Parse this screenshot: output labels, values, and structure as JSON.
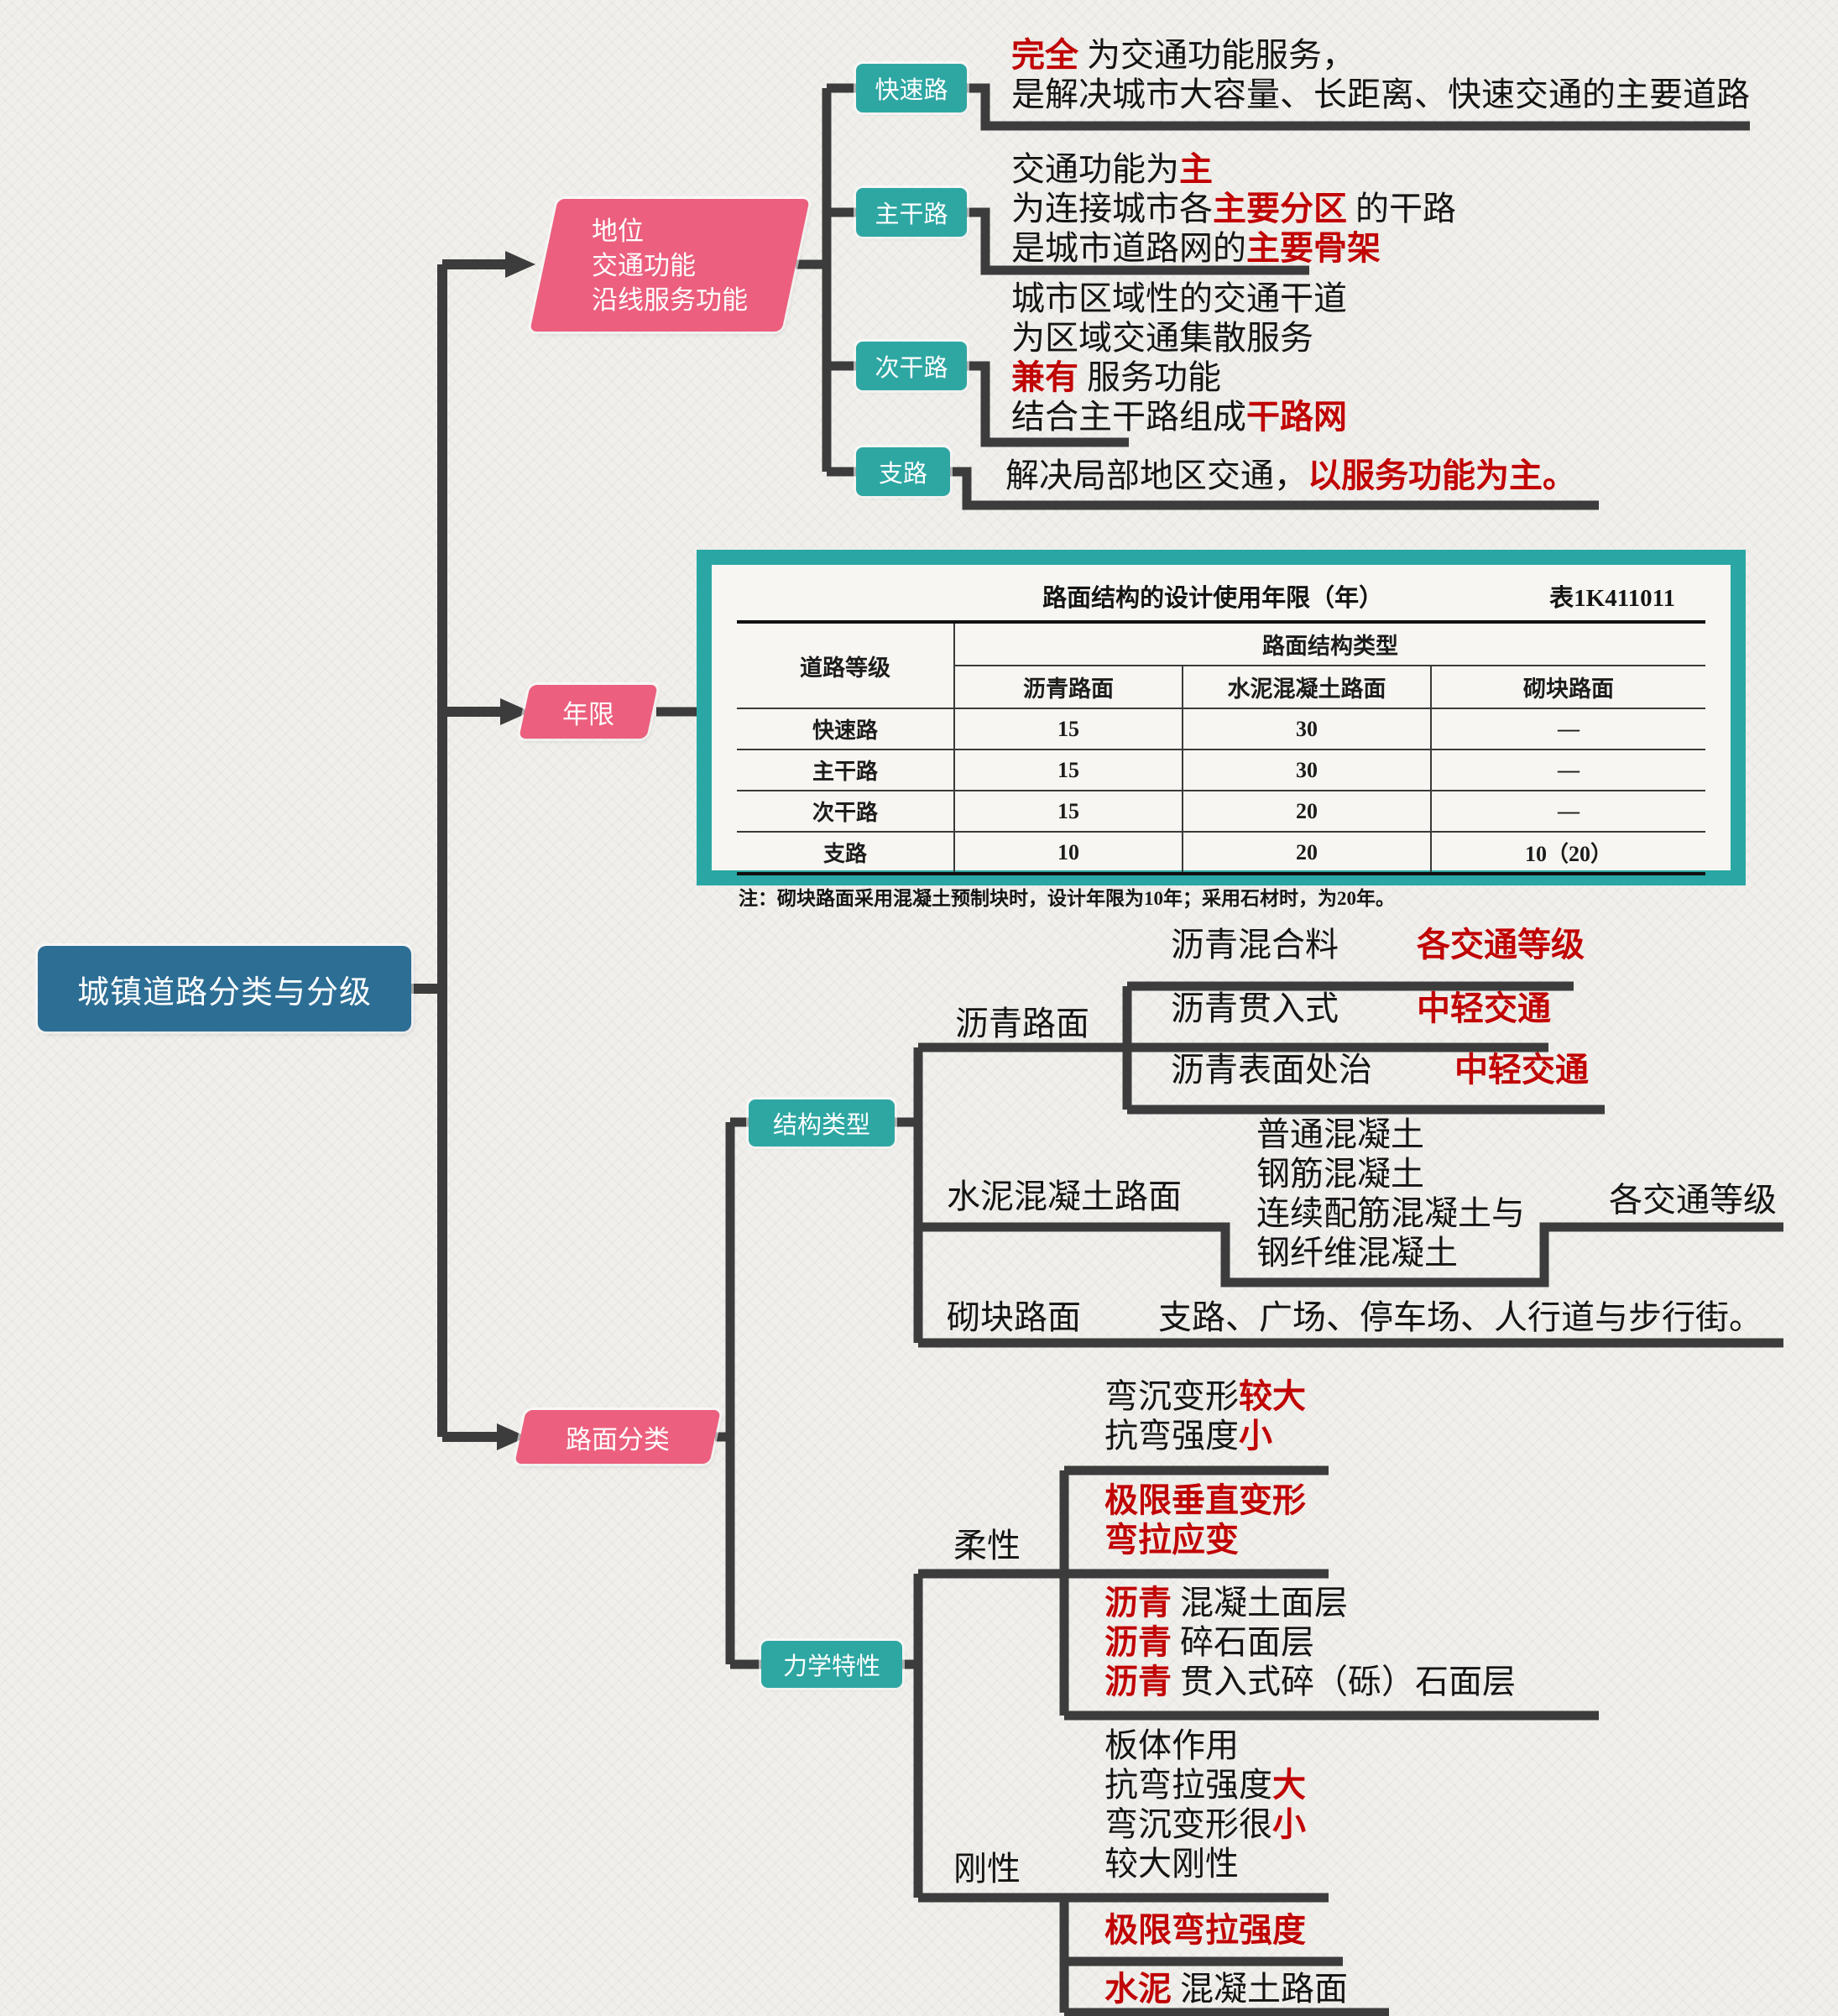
{
  "colors": {
    "root_blue": "#2d6e95",
    "branch_pink": "#ec5f7e",
    "node_teal": "#2ea7a3",
    "table_border_teal": "#2aa7a4",
    "highlight_red": "#c10404",
    "connector_gray": "#3c3c3c",
    "background": "#f0efec"
  },
  "root": {
    "label": "城镇道路分类与分级"
  },
  "branch1": {
    "node": {
      "lines": [
        "地位",
        "交通功能",
        "沿线服务功能"
      ]
    },
    "children": [
      {
        "box": "快速路",
        "lines": [
          [
            {
              "t": "完全",
              "red": true
            },
            {
              "t": " 为交通功能服务，"
            }
          ],
          [
            "是解决城市大容量、长距离、快速交通的主要道路"
          ]
        ]
      },
      {
        "box": "主干路",
        "lines": [
          [
            {
              "t": "交通功能为"
            },
            {
              "t": "主",
              "red": true
            }
          ],
          [
            {
              "t": "为连接城市各"
            },
            {
              "t": "主要分区",
              "red": true
            },
            {
              "t": " 的干路"
            }
          ],
          [
            {
              "t": "是城市道路网的"
            },
            {
              "t": "主要骨架",
              "red": true
            }
          ]
        ]
      },
      {
        "box": "次干路",
        "lines": [
          [
            "城市区域性的交通干道"
          ],
          [
            "为区域交通集散服务"
          ],
          [
            {
              "t": "兼有",
              "red": true
            },
            {
              "t": " 服务功能"
            }
          ],
          [
            {
              "t": "结合主干路组成"
            },
            {
              "t": "干路网",
              "red": true
            }
          ]
        ]
      },
      {
        "box": "支路",
        "lines": [
          [
            {
              "t": "解决局部地区交通，"
            },
            {
              "t": "以服务功能为主。",
              "red": true
            }
          ]
        ]
      }
    ]
  },
  "branch2": {
    "node": {
      "label": "年限"
    },
    "table": {
      "title": "路面结构的设计使用年限（年）",
      "ref": "表1K411011",
      "col1_header": "道路等级",
      "group_header": "路面结构类型",
      "sub_headers": [
        "沥青路面",
        "水泥混凝土路面",
        "砌块路面"
      ],
      "rows": [
        [
          "快速路",
          "15",
          "30",
          "—"
        ],
        [
          "主干路",
          "15",
          "30",
          "—"
        ],
        [
          "次干路",
          "15",
          "20",
          "—"
        ],
        [
          "支路",
          "10",
          "20",
          "10（20）"
        ]
      ],
      "note": "注：砌块路面采用混凝土预制块时，设计年限为10年；采用石材时，为20年。"
    }
  },
  "branch3": {
    "node": {
      "label": "路面分类"
    },
    "structure": {
      "box": "结构类型",
      "asphalt": {
        "label": "沥青路面",
        "items": [
          {
            "name": "沥青混合料",
            "grade": "各交通等级"
          },
          {
            "name": "沥青贯入式",
            "grade": "中轻交通"
          },
          {
            "name": "沥青表面处治",
            "grade": "中轻交通"
          }
        ]
      },
      "cement": {
        "label": "水泥混凝土路面",
        "list": [
          "普通混凝土",
          "钢筋混凝土",
          "连续配筋混凝土与",
          "钢纤维混凝土"
        ],
        "grade": "各交通等级"
      },
      "block": {
        "label": "砌块路面",
        "desc": "支路、广场、停车场、人行道与步行街。"
      }
    },
    "mechanics": {
      "box": "力学特性",
      "flexible": {
        "label": "柔性",
        "deform": [
          [
            {
              "t": "弯沉变形"
            },
            {
              "t": "较大",
              "red": true
            }
          ],
          [
            {
              "t": "抗弯强度"
            },
            {
              "t": "小",
              "red": true
            }
          ]
        ],
        "limits": [
          [
            {
              "t": "极限垂直变形",
              "red": true
            }
          ],
          [
            {
              "t": "弯拉应变",
              "red": true
            }
          ]
        ],
        "layers": [
          [
            {
              "t": "沥青",
              "red": true
            },
            {
              "t": " 混凝土面层"
            }
          ],
          [
            {
              "t": "沥青",
              "red": true
            },
            {
              "t": " 碎石面层"
            }
          ],
          [
            {
              "t": "沥青",
              "red": true
            },
            {
              "t": " 贯入式碎（砾）石面层"
            }
          ]
        ]
      },
      "rigid": {
        "label": "刚性",
        "props": [
          [
            "板体作用"
          ],
          [
            {
              "t": "抗弯拉强度"
            },
            {
              "t": "大",
              "red": true
            }
          ],
          [
            {
              "t": "弯沉变形很"
            },
            {
              "t": "小",
              "red": true
            }
          ],
          [
            "较大刚性"
          ]
        ],
        "limit": [
          [
            {
              "t": "极限弯拉强度",
              "red": true
            }
          ]
        ],
        "pavement": [
          [
            {
              "t": "水泥",
              "red": true
            },
            {
              "t": " 混凝土路面"
            }
          ]
        ]
      }
    }
  }
}
